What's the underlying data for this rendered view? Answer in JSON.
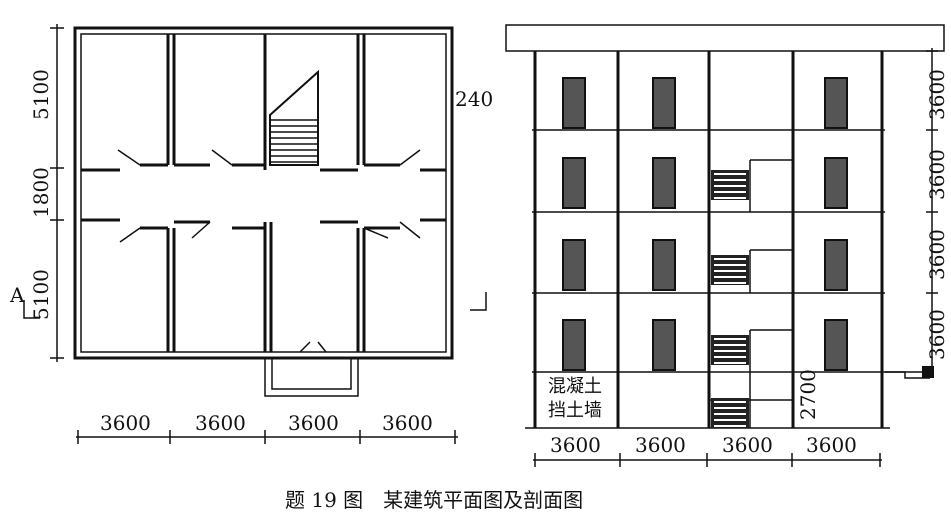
{
  "plan": {
    "left_dims": [
      "5100",
      "1800",
      "5100"
    ],
    "section_mark": "A",
    "wall_thickness": "240",
    "bottom_dims": [
      "3600",
      "3600",
      "3600",
      "3600"
    ]
  },
  "section": {
    "right_dims": [
      "3600",
      "3600",
      "3600",
      "3600"
    ],
    "retaining_wall_line1": "混凝土",
    "retaining_wall_line2": "挡土墙",
    "basement_height": "2700",
    "bottom_dims": [
      "3600",
      "3600",
      "3600",
      "3600"
    ]
  },
  "caption": "题 19 图　某建筑平面图及剖面图"
}
